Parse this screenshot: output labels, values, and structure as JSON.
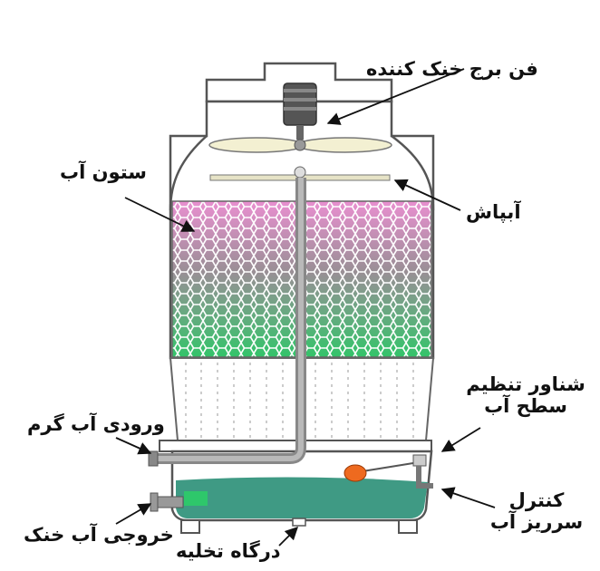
{
  "labels": {
    "fan": "فن برج خنک کننده",
    "water_column": "ستون آب",
    "sprinkler": "آبپاش",
    "float_line1": "شناور تنظیم",
    "float_line2": "سطح آب",
    "hot_water_inlet": "ورودی آب گرم",
    "overflow_line1": "کنترل",
    "overflow_line2": "سرریز آب",
    "cold_water_outlet": "خروجی آب خنک",
    "drain": "درگاه تخلیه"
  },
  "colors": {
    "fill_top": "#e98fd0",
    "fill_bottom": "#33c46a",
    "basin_water": "#3f9a84",
    "outline": "#555555",
    "float_ball": "#ee6a1f",
    "outlet_block": "#2ec76b"
  }
}
